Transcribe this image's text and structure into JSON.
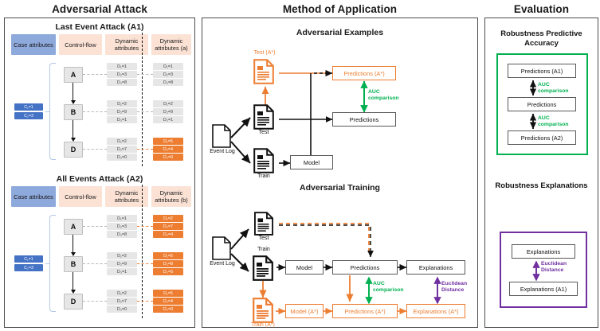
{
  "panels": {
    "left": {
      "title": "Adversarial Attack"
    },
    "mid": {
      "title": "Method of Application"
    },
    "right": {
      "title": "Evaluation"
    }
  },
  "attack": {
    "a1": {
      "subtitle": "Last Event Attack (A1)",
      "columns": [
        "Case attributes",
        "Control-flow",
        "Dynamic attributes",
        "Dynamic attributes (a)"
      ],
      "case_attributes": [
        "C₁=1",
        "C₂=3"
      ],
      "rows": [
        {
          "activity": "A",
          "original": [
            "D₁=1",
            "D₂=3",
            "D₃=8"
          ],
          "adversarial": [
            "D₁=1",
            "D₂=3",
            "D₃=8"
          ],
          "attacked": false
        },
        {
          "activity": "B",
          "original": [
            "D₁=2",
            "D₂=9",
            "D₃=1"
          ],
          "adversarial": [
            "D₁=2",
            "D₂=9",
            "D₃=1"
          ],
          "attacked": false
        },
        {
          "activity": "D",
          "original": [
            "D₁=2",
            "D₂=7",
            "D₃=0"
          ],
          "adversarial": [
            "D₁=5",
            "D₂=4",
            "D₃=0"
          ],
          "attacked": true
        }
      ]
    },
    "a2": {
      "subtitle": "All Events Attack (A2)",
      "columns": [
        "Case attributes",
        "Control-flow",
        "Dynamic attributes",
        "Dynamic attributes (b)"
      ],
      "case_attributes": [
        "C₁=1",
        "C₂=3"
      ],
      "rows": [
        {
          "activity": "A",
          "original": [
            "D₁=1",
            "D₂=3",
            "D₃=8"
          ],
          "adversarial": [
            "D₁=2",
            "D₂=7",
            "D₃=4"
          ],
          "attacked": true
        },
        {
          "activity": "B",
          "original": [
            "D₁=2",
            "D₂=9",
            "D₃=1"
          ],
          "adversarial": [
            "D₁=5",
            "D₂=8",
            "D₃=5"
          ],
          "attacked": true
        },
        {
          "activity": "D",
          "original": [
            "D₁=2",
            "D₂=7",
            "D₃=0"
          ],
          "adversarial": [
            "D₁=5",
            "D₂=4",
            "D₃=0"
          ],
          "attacked": true
        }
      ]
    }
  },
  "method": {
    "examples": {
      "subtitle": "Adversarial Examples",
      "event_log": "Event Log",
      "test": "Test",
      "train": "Train",
      "test_adv": "Test (A*)",
      "model": "Model",
      "predictions": "Predictions",
      "predictions_adv": "Predictions (A*)",
      "comparison": "AUC\ncomparison",
      "comparison_line1": "AUC",
      "comparison_line2": "comparison"
    },
    "training": {
      "subtitle": "Adversarial Training",
      "event_log": "Event Log",
      "test": "Test",
      "train": "Train",
      "train_adv": "Train (A*)",
      "model": "Model",
      "predictions": "Predictions",
      "explanations": "Explanations",
      "model_adv": "Model (A*)",
      "predictions_adv": "Predictions (A*)",
      "explanations_adv": "Explanations (A*)",
      "auc_line1": "AUC",
      "auc_line2": "comparison",
      "euclid_line1": "Euclidean",
      "euclid_line2": "Distance"
    }
  },
  "evaluation": {
    "accuracy": {
      "heading_line1": "Robustness Predictive",
      "heading_line2": "Accuracy",
      "top": "Predictions (A1)",
      "middle": "Predictions",
      "bottom": "Predictions (A2)",
      "metric1_line1": "AUC",
      "metric1_line2": "comparison",
      "metric2_line1": "AUC",
      "metric2_line2": "comparison"
    },
    "explanations": {
      "heading": "Robustness Explanations",
      "top": "Explanations",
      "bottom": "Explanations (A1)",
      "metric_line1": "Euclidean",
      "metric_line2": "Distance"
    }
  },
  "colors": {
    "orange": "#ED7D31",
    "green": "#00B050",
    "purple": "#7030A0",
    "blue": "#4472C4",
    "header_blue": "#8EA9DB",
    "header_peach": "#FBE2D5",
    "grey_cell": "#E7E6E6"
  }
}
